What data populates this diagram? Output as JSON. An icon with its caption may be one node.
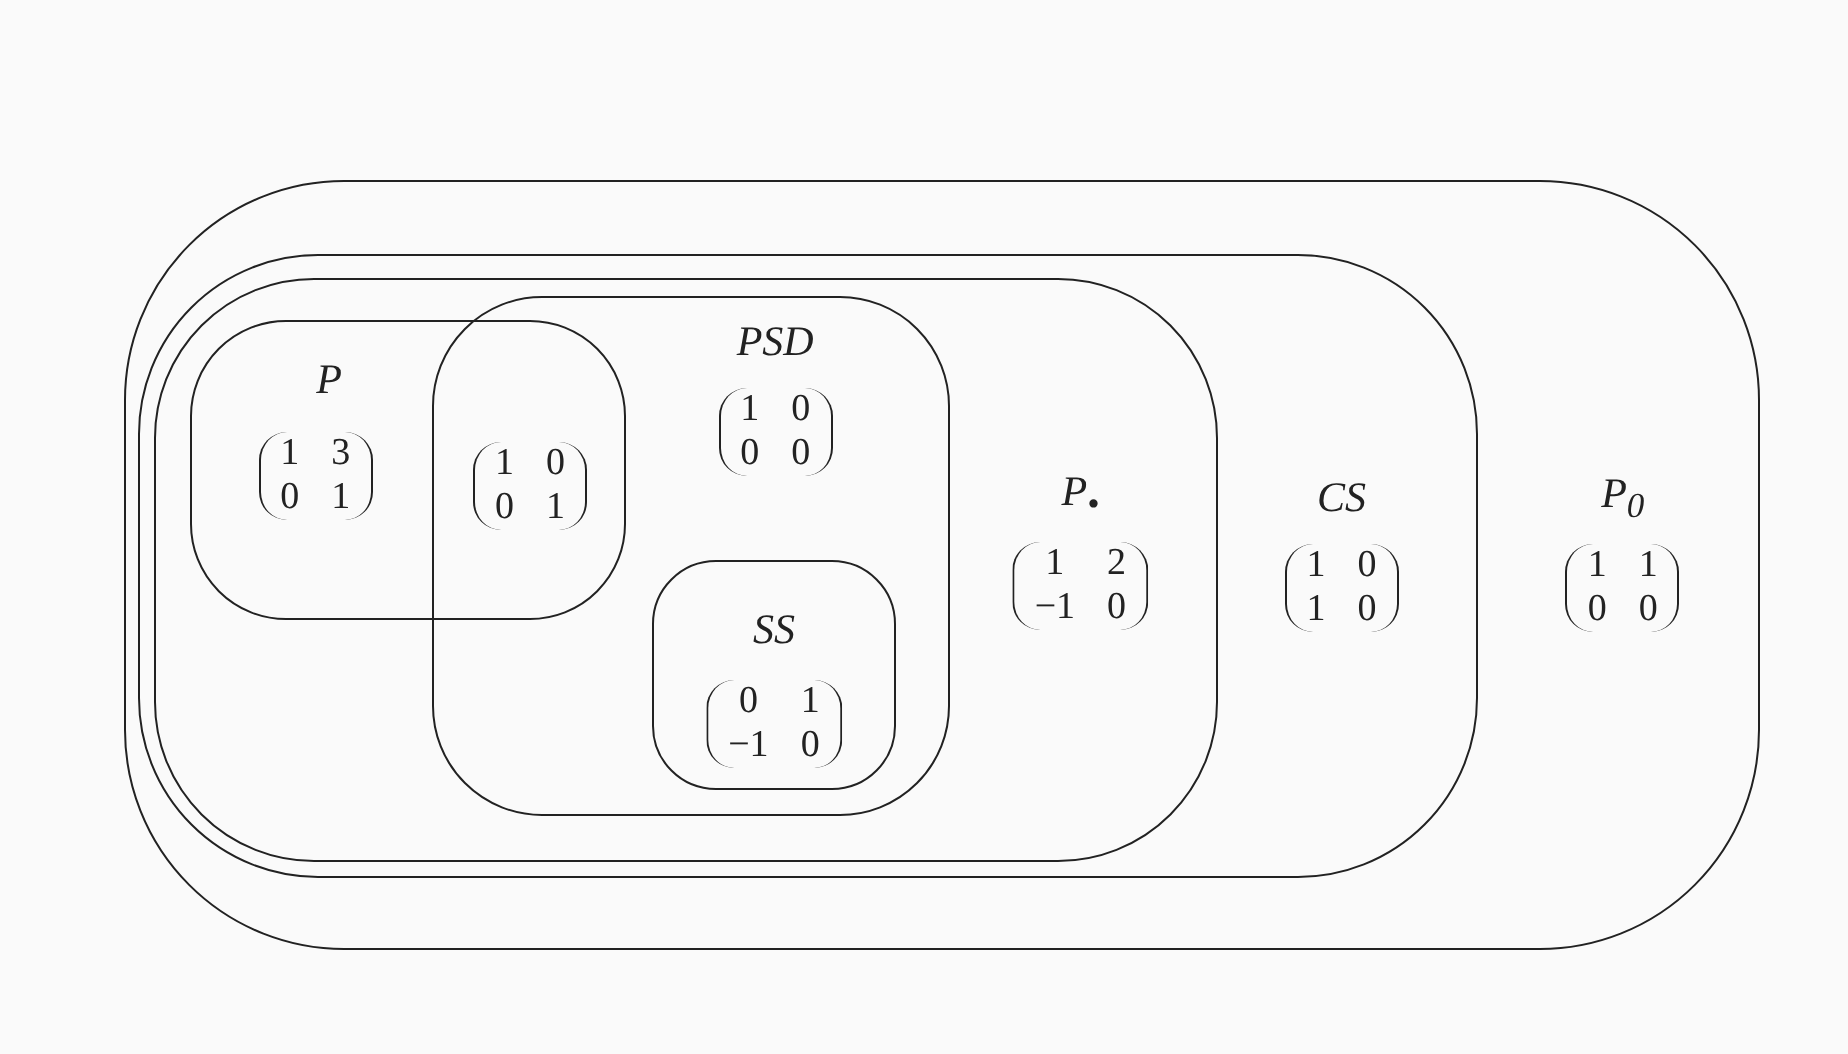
{
  "diagram": {
    "nodes": [
      {
        "text": [
          "P$_{0}$",
          "1 1 0 0"
        ]
      },
      {
        "text": [
          "CS",
          "1 0 1 0"
        ],
        "in": 0
      },
      {
        "text": [
          "P$_{•}$",
          "1 2 −1 0"
        ],
        "in": 1
      },
      {
        "text": [
          "P",
          "1 3 0 1"
        ],
        "in": 2
      },
      {
        "text": [
          "PSD",
          "1 0 0 0"
        ],
        "in": 2
      },
      {
        "text": [
          "SS",
          "0 1 −1 0"
        ],
        "in": 4
      }
    ],
    "labels": [
      "1 0 0 1"
    ]
  }
}
